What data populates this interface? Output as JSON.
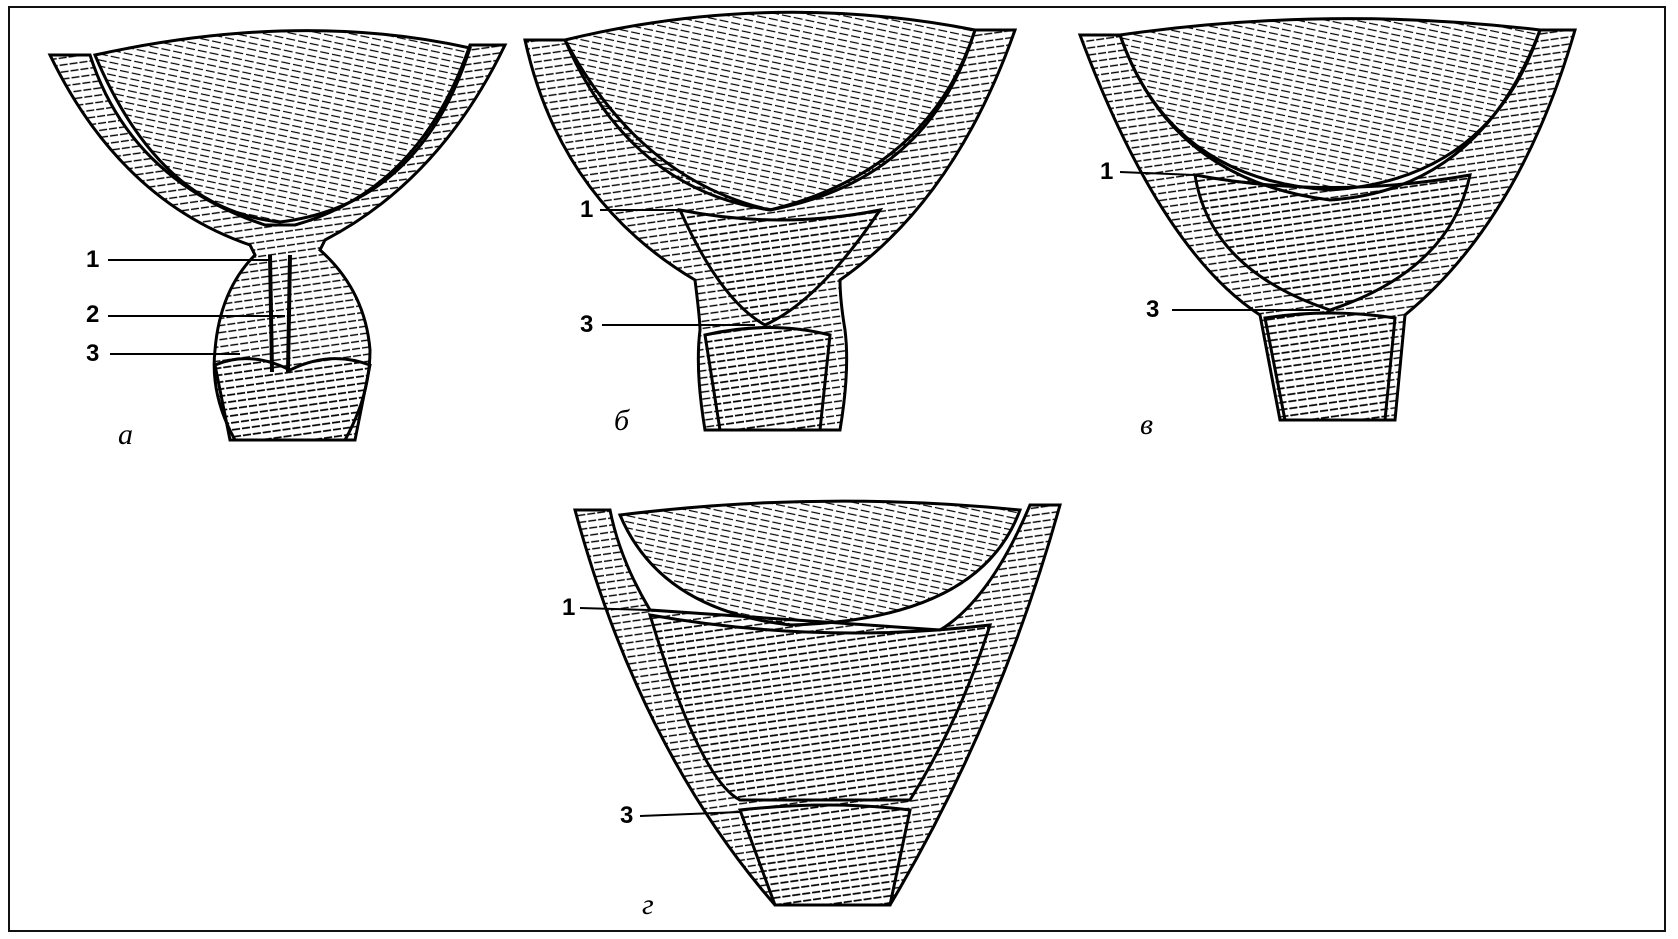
{
  "panels": [
    {
      "id": "a",
      "caption": "а",
      "labels": [
        "1",
        "2",
        "3"
      ]
    },
    {
      "id": "b",
      "caption": "б",
      "labels": [
        "1",
        "3"
      ]
    },
    {
      "id": "v",
      "caption": "в",
      "labels": [
        "1",
        "3"
      ]
    },
    {
      "id": "g",
      "caption": "г",
      "labels": [
        "1",
        "3"
      ]
    }
  ]
}
